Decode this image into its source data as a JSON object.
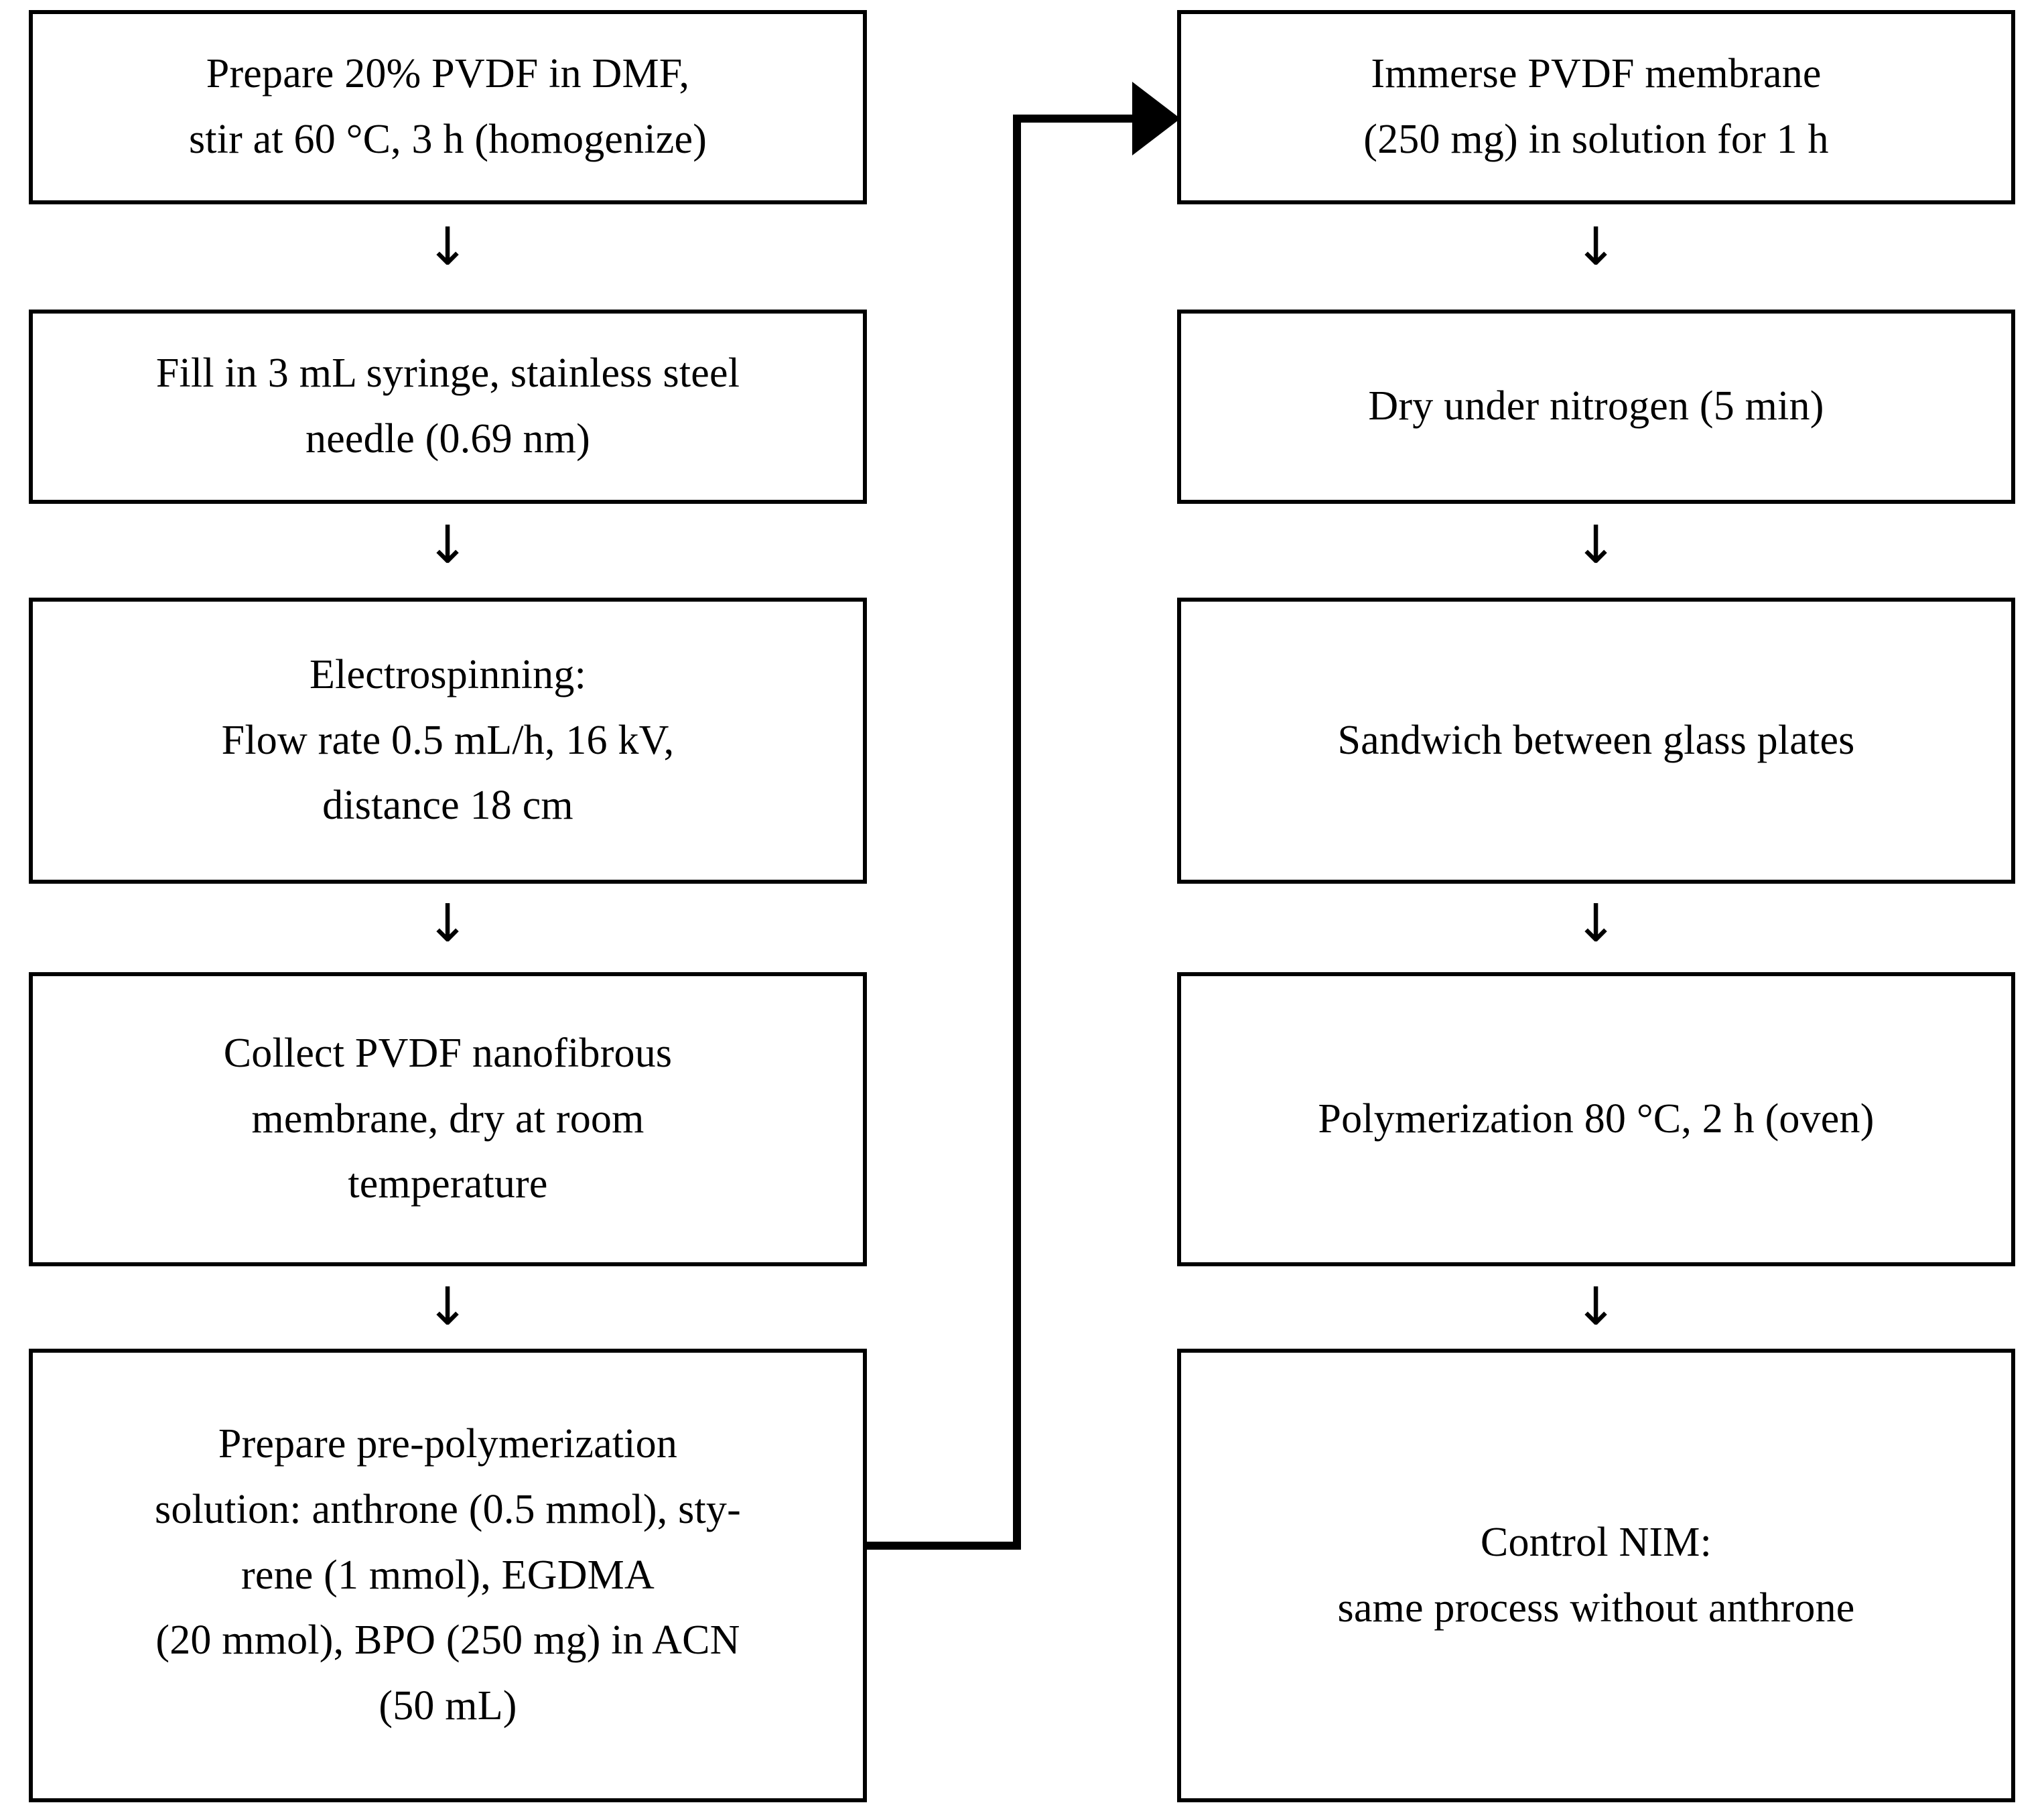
{
  "diagram": {
    "title": "PVDF nanofibrous imprinted membrane preparation flowchart",
    "colors": {
      "stroke": "#000000",
      "fill": "#ffffff",
      "text": "#000000"
    },
    "arrow_glyph": "↓"
  },
  "left_column": {
    "steps": [
      {
        "id": "prepare-pvdf-solution",
        "lines": [
          "Prepare 20% PVDF in DMF,",
          "stir at 60 °C, 3 h (homogenize)"
        ]
      },
      {
        "id": "fill-syringe",
        "lines": [
          "Fill in 3 mL syringe, stainless steel",
          "needle (0.69 nm)"
        ]
      },
      {
        "id": "electrospinning",
        "lines": [
          "Electrospinning:",
          "Flow rate 0.5 mL/h, 16 kV,",
          "distance 18 cm"
        ]
      },
      {
        "id": "collect-membrane",
        "lines": [
          "Collect PVDF nanofibrous",
          "membrane, dry at room",
          "temperature"
        ]
      },
      {
        "id": "prepare-prepolymerization-solution",
        "lines": [
          "Prepare pre-polymerization",
          "solution: anthrone (0.5 mmol), sty-",
          "rene (1 mmol), EGDMA",
          "(20 mmol), BPO (250 mg) in ACN",
          "(50 mL)"
        ]
      }
    ]
  },
  "right_column": {
    "steps": [
      {
        "id": "immerse-membrane",
        "lines": [
          "Immerse PVDF membrane",
          "(250 mg) in solution for 1 h"
        ]
      },
      {
        "id": "dry-under-nitrogen",
        "lines": [
          "Dry under nitrogen (5 min)"
        ]
      },
      {
        "id": "sandwich-glass-plates",
        "lines": [
          "Sandwich between glass plates"
        ]
      },
      {
        "id": "polymerization",
        "lines": [
          "Polymerization 80 °C, 2 h (oven)"
        ]
      },
      {
        "id": "control-nim",
        "lines": [
          "Control NIM:",
          "same process without anthrone"
        ]
      }
    ]
  },
  "connectors": {
    "left_down_arrows": [
      "↓",
      "↓",
      "↓",
      "↓"
    ],
    "right_down_arrows": [
      "↓",
      "↓",
      "↓",
      "↓"
    ],
    "cross_column": {
      "id": "elbow-left-to-right",
      "from": "prepare-prepolymerization-solution",
      "to": "immerse-membrane",
      "style": "elbow-with-arrowhead"
    }
  }
}
